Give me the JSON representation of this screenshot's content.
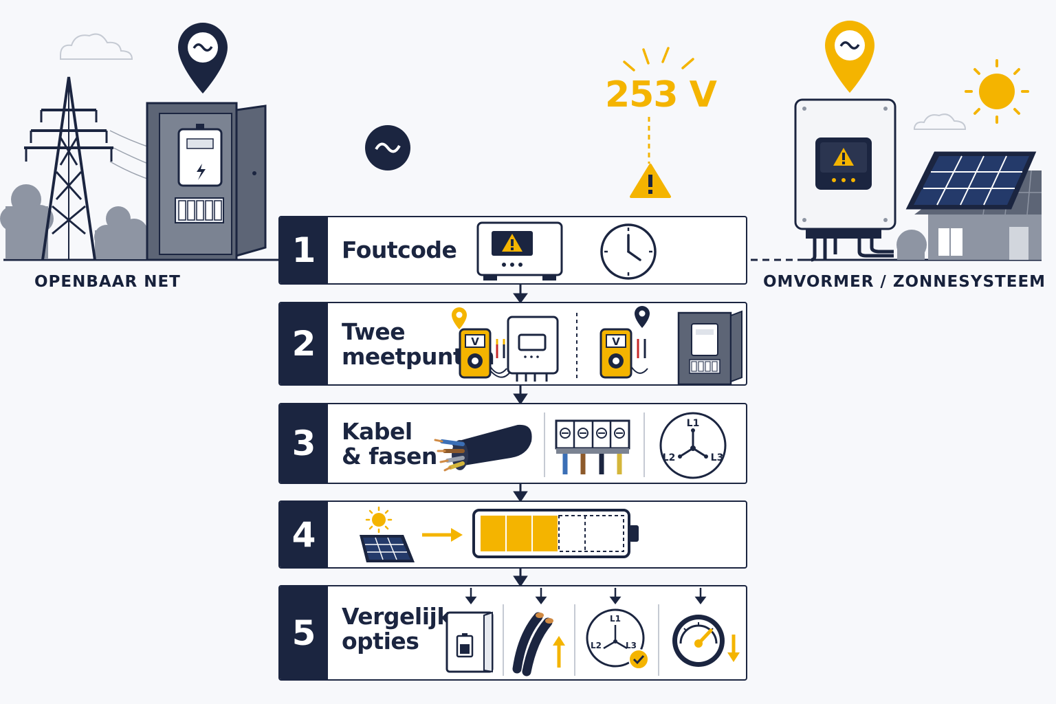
{
  "labels": {
    "left": "OPENBAAR NET",
    "right": "OMVORMER / ZONNESYSTEEM",
    "voltage": "253 V"
  },
  "steps": [
    {
      "number": "1",
      "title": "Foutcode"
    },
    {
      "number": "2",
      "title": "Twee meetpunten"
    },
    {
      "number": "3",
      "title": "Kabel & fasen"
    },
    {
      "number": "4",
      "title": ""
    },
    {
      "number": "5",
      "title": "Vergelijk opties"
    }
  ],
  "phases": {
    "l1": "L1",
    "l2": "L2",
    "l3": "L3"
  },
  "meter_letter": "V",
  "battery_level": 0.6,
  "colors": {
    "navy": "#1b2540",
    "accent": "#f4b400",
    "grey": "#7d8595"
  }
}
